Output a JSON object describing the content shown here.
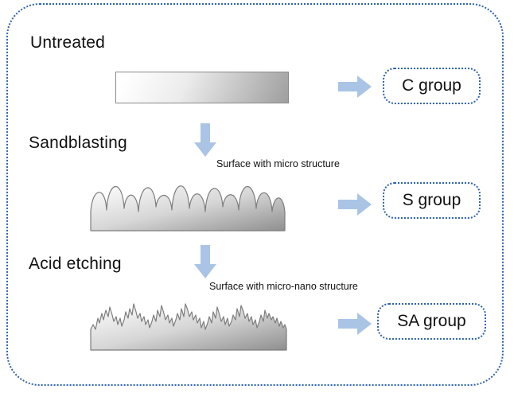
{
  "diagram": {
    "steps": [
      {
        "label": "Untreated",
        "group": "C group"
      },
      {
        "label": "Sandblasting",
        "annotation": "Surface with micro structure",
        "group": "S group"
      },
      {
        "label": "Acid etching",
        "annotation": "Surface with micro-nano structure",
        "group": "SA group"
      }
    ],
    "colors": {
      "outline_blue": "#2e62ae",
      "arrow_blue": "#aac4e6",
      "surface_light": "#ffffff",
      "surface_dark": "#8f8f8f",
      "text": "#111111"
    }
  }
}
